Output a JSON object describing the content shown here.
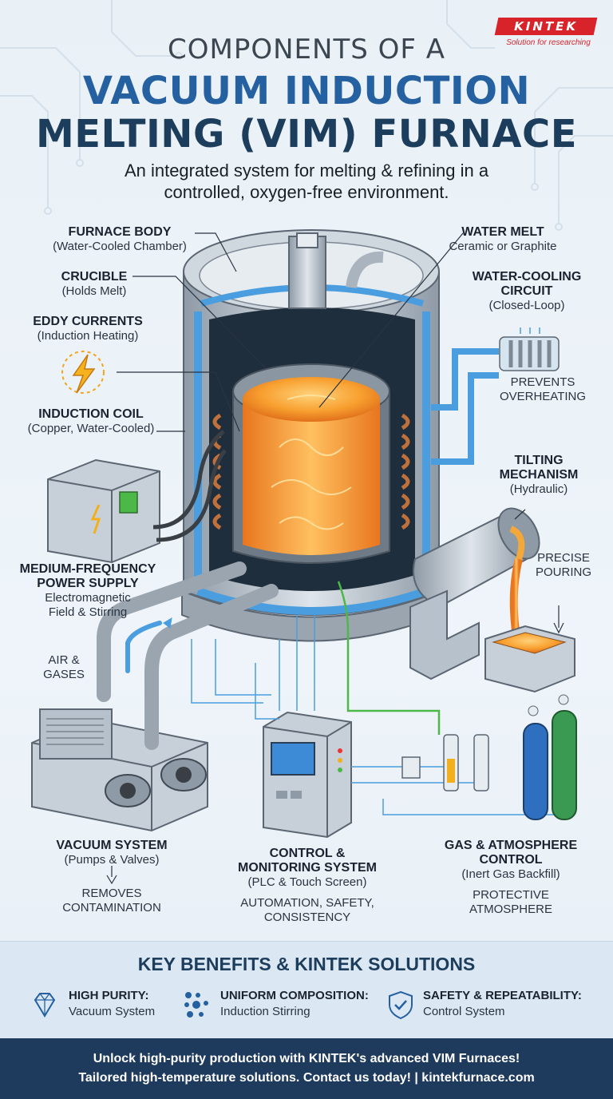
{
  "header": {
    "pretitle": "COMPONENTS OF A",
    "title_line1": "VACUUM INDUCTION",
    "title_line2": "MELTING (VIM) FURNACE",
    "subtitle": "An integrated system for melting & refining in a controlled, oxygen-free environment."
  },
  "logo": {
    "brand": "KINTEK",
    "tagline": "Solution for researching",
    "color": "#d9232a"
  },
  "labels": {
    "furnace_body": {
      "title": "FURNACE BODY",
      "sub": "(Water-Cooled Chamber)"
    },
    "crucible": {
      "title": "CRUCIBLE",
      "sub": "(Holds Melt)"
    },
    "eddy_currents": {
      "title": "EDDY CURRENTS",
      "sub": "(Induction Heating)"
    },
    "induction_coil": {
      "title": "INDUCTION COIL",
      "sub": "(Copper, Water-Cooled)"
    },
    "power_supply": {
      "title1": "MEDIUM-FREQUENCY",
      "title2": "POWER SUPPLY",
      "sub1": "Electromagnetic",
      "sub2": "Field & Stirring"
    },
    "air_gases": {
      "line1": "AIR &",
      "line2": "GASES"
    },
    "water_melt": {
      "title": "WATER MELT",
      "sub": "Ceramic or Graphite"
    },
    "water_cooling": {
      "title1": "WATER-COOLING",
      "title2": "CIRCUIT",
      "sub": "(Closed-Loop)"
    },
    "prevents": {
      "line1": "PREVENTS",
      "line2": "OVERHEATING"
    },
    "tilting": {
      "title1": "TILTING",
      "title2": "MECHANISM",
      "sub": "(Hydraulic)"
    },
    "pouring": {
      "line1": "PRECISE",
      "line2": "POURING"
    },
    "vacuum": {
      "title": "VACUUM SYSTEM",
      "sub": "(Pumps & Valves)",
      "note1": "REMOVES",
      "note2": "CONTAMINATION"
    },
    "control": {
      "title1": "CONTROL &",
      "title2": "MONITORING SYSTEM",
      "sub": "(PLC & Touch Screen)",
      "note1": "AUTOMATION, SAFETY,",
      "note2": "CONSISTENCY"
    },
    "gas": {
      "title1": "GAS & ATMOSPHERE",
      "title2": "CONTROL",
      "sub": "(Inert Gas Backfill)",
      "note1": "PROTECTIVE",
      "note2": "ATMOSPHERE"
    }
  },
  "benefits": {
    "title": "KEY BENEFITS & KINTEK SOLUTIONS",
    "items": [
      {
        "title": "HIGH PURITY:",
        "sub": "Vacuum System",
        "icon": "diamond-icon"
      },
      {
        "title": "UNIFORM COMPOSITION:",
        "sub": "Induction Stirring",
        "icon": "dots-icon"
      },
      {
        "title": "SAFETY & REPEATABILITY:",
        "sub": "Control System",
        "icon": "shield-check-icon"
      }
    ]
  },
  "footer": {
    "line1": "Unlock high-purity production with KINTEK's advanced VIM Furnaces!",
    "line2": "Tailored high-temperature solutions. Contact us today! | kintekfurnace.com"
  },
  "colors": {
    "title_blue": "#2561a0",
    "title_dark": "#1d3d5c",
    "footer_bg": "#1e3a5c",
    "cooling_blue": "#4a9ee0",
    "melt_orange": "#f08a24",
    "copper": "#c0703a"
  }
}
